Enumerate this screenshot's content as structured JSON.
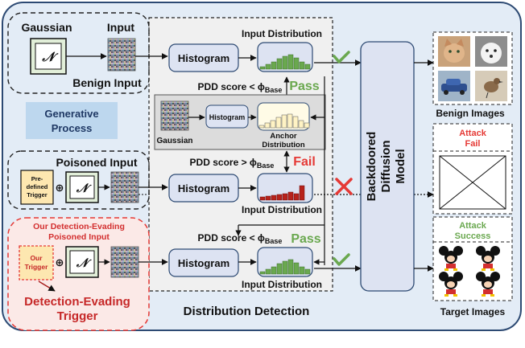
{
  "colors": {
    "outer_bg": "#e3ecf6",
    "outer_stroke": "#2d4a73",
    "detect_bg": "#f0f0f0",
    "anchor_bg": "#dcdcdc",
    "hist_box": "#dde3f2",
    "green": "#6aa84f",
    "red": "#e53935",
    "dark_red": "#a61c1c",
    "bar_green": "#6aa84f",
    "bar_cream": "#fff3c4",
    "bar_red": "#b7221b",
    "trigger_bg": "#fde7b0",
    "process_box": "#bdd7ee"
  },
  "labels": {
    "gaussian": "Gaussian",
    "input": "Input",
    "benign_input": "Benign Input",
    "generative_process": [
      "Generative",
      "Process"
    ],
    "poisoned_input": "Poisoned Input",
    "predefined_trigger": [
      "Pre-",
      "defined",
      "Trigger"
    ],
    "our_poisoned_input": [
      "Our Detection-Evading",
      "Poisoned Input"
    ],
    "our_trigger": [
      "Our",
      "Trigger"
    ],
    "detection_evading_trigger": [
      "Detection-Evading",
      "Trigger"
    ],
    "normal_symbol": "𝒩",
    "plus": "⊕",
    "histogram": "Histogram",
    "input_distribution": "Input Distribution",
    "anchor_distribution": [
      "Anchor",
      "Distribution"
    ],
    "anchor_gaussian": "Gaussian",
    "pdd_less": "PDD score < ϕ",
    "pdd_greater": "PDD score > ϕ",
    "base_subscript": "Base",
    "pass": "Pass",
    "fail": "Fail",
    "distribution_detection": "Distribution Detection",
    "backdoored_model": [
      "Backdoored",
      "Diffusion",
      "Model"
    ],
    "benign_images": "Benign Images",
    "attack_fail": [
      "Attack",
      "Fail"
    ],
    "attack_success": [
      "Attack",
      "Success"
    ],
    "target_images": "Target Images"
  },
  "icons": {
    "check": "check-icon",
    "cross": "cross-icon",
    "noise": "noise-image-icon",
    "cat": "cat-image-icon",
    "dog": "dog-image-icon",
    "car": "car-image-icon",
    "bird": "bird-image-icon",
    "mickey": "mickey-image-icon"
  },
  "histograms": {
    "benign": [
      3,
      6,
      9,
      13,
      16,
      18,
      14,
      9,
      6
    ],
    "anchor": [
      3,
      6,
      9,
      13,
      16,
      17,
      14,
      9,
      6
    ],
    "poisoned": [
      4,
      5,
      6,
      7,
      8,
      10,
      8,
      18,
      0
    ],
    "evading": [
      3,
      6,
      9,
      13,
      16,
      18,
      14,
      9,
      6
    ]
  }
}
